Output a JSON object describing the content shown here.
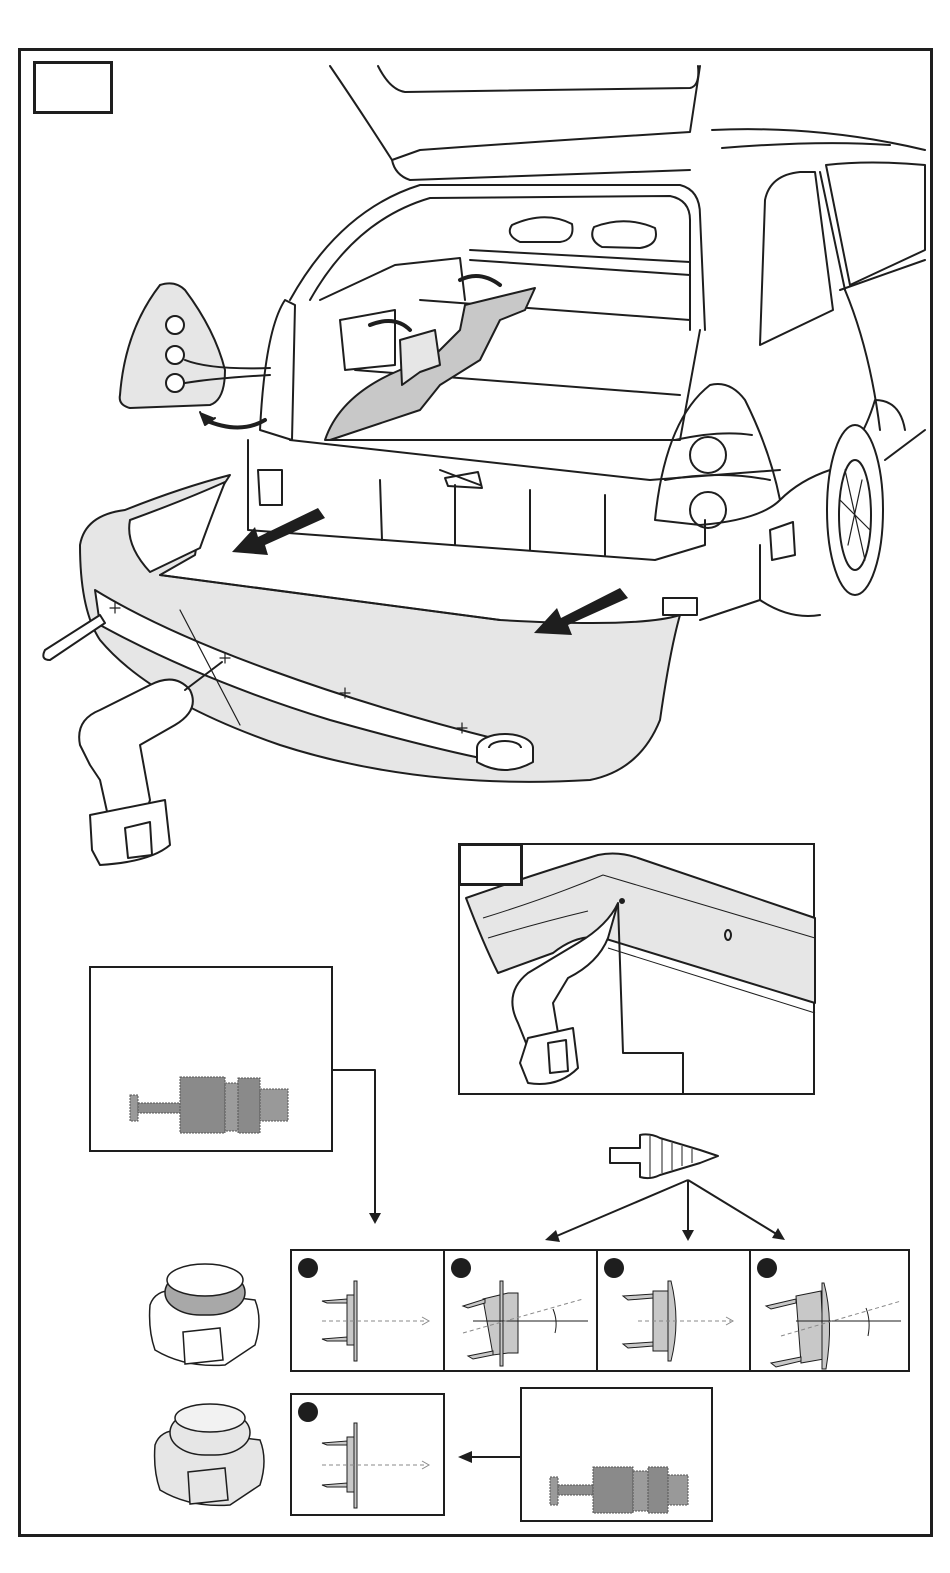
{
  "page": {
    "type": "installation-instruction-sheet",
    "colors": {
      "line": "#1e1e1e",
      "panel_fill": "#e6e6e6",
      "trim_fill": "#c8c8c8",
      "arrow": "#1e1e1e",
      "part_gray": "#8c8c8c",
      "background": "#ffffff"
    }
  },
  "main_figure": {
    "step_label": "",
    "subject": "rear-of-estate-car",
    "parts": [
      "open-tailgate",
      "cargo-area",
      "side-trim-panel",
      "tail-light-cluster",
      "removed-rear-bumper",
      "cordless-drill",
      "drill-guide-rod",
      "masking-tape-roll"
    ],
    "actions": [
      "remove-tail-light",
      "remove-side-trim",
      "pull-bumper-off",
      "drill-marked-holes"
    ],
    "drill_marks": [
      "+",
      "+",
      "+",
      "+"
    ]
  },
  "detail_figure": {
    "step_label": "",
    "subject": "bumper-corner-drilling",
    "parts": [
      "bumper-section",
      "cordless-drill",
      "pilot-hole"
    ]
  },
  "step_drill": {
    "subject": "step-drill-bit",
    "branches": 3
  },
  "sensor_a": {
    "label": "",
    "subject": "parking-sensor-variant-a"
  },
  "sensor_b": {
    "label": "",
    "subject": "parking-sensor-variant-b"
  },
  "mounting_options": {
    "row1": [
      {
        "marker": "●",
        "type": "flat-straight"
      },
      {
        "marker": "●",
        "type": "flat-angled"
      },
      {
        "marker": "●",
        "type": "curved-straight"
      },
      {
        "marker": "●",
        "type": "curved-angled"
      }
    ],
    "row2": [
      {
        "marker": "●",
        "type": "flat-straight"
      }
    ]
  }
}
